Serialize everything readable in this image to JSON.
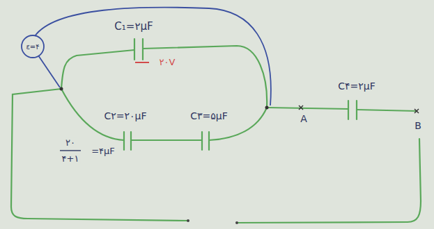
{
  "diagram": {
    "labels": [
      "ε=۴",
      "C₁=۲μF",
      "۲۰V",
      "C۲=۲۰μF",
      "C۳=۵μF",
      "۲۰",
      "۴+۱",
      "=۴μF",
      "A",
      "C۴=۲μF",
      "B"
    ]
  }
}
